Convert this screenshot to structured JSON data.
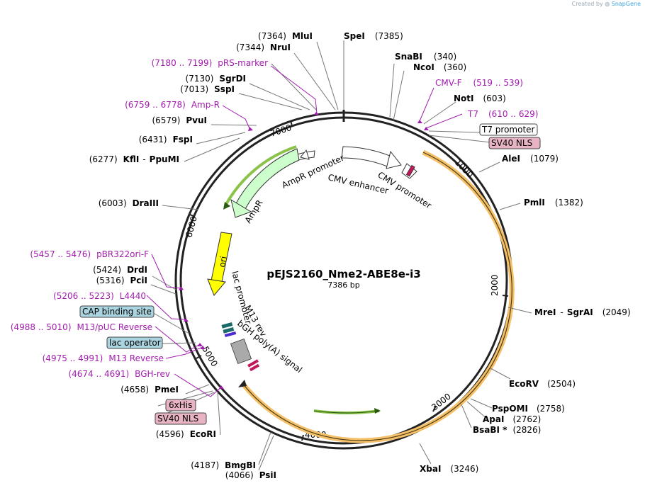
{
  "credit": {
    "prefix": "Created by",
    "brand": "SnapGene"
  },
  "title": "pEJS2160_Nme2-ABE8e-i3",
  "length_label": "7386 bp",
  "ticks": [
    "1000",
    "2000",
    "3000",
    "4000",
    "5000",
    "6000",
    "7000"
  ],
  "enzymes": [
    {
      "num": "(7364)",
      "name": "MluI"
    },
    {
      "num": "(7344)",
      "name": "NruI"
    },
    {
      "num": "(7130)",
      "name": "SgrDI"
    },
    {
      "num": "(7013)",
      "name": "SspI"
    },
    {
      "num": "(6579)",
      "name": "PvuI"
    },
    {
      "num": "(6431)",
      "name": "FspI"
    },
    {
      "num": "(6277)",
      "name": "KflI",
      "name2": "PpuMI"
    },
    {
      "num": "(6003)",
      "name": "DraIII"
    },
    {
      "num": "(5424)",
      "name": "DrdI"
    },
    {
      "num": "(5316)",
      "name": "PciI"
    },
    {
      "num": "(4658)",
      "name": "PmeI"
    },
    {
      "num": "(4596)",
      "name": "EcoRI"
    },
    {
      "num": "(4187)",
      "name": "BmgBI"
    },
    {
      "num": "(4066)",
      "name": "PsiI"
    },
    {
      "name": "SpeI",
      "num": "(7385)"
    },
    {
      "name": "SnaBI",
      "num": "(340)"
    },
    {
      "name": "NcoI",
      "num": "(360)"
    },
    {
      "name": "NotI",
      "num": "(603)"
    },
    {
      "name": "AleI",
      "num": "(1079)"
    },
    {
      "name": "PmlI",
      "num": "(1382)"
    },
    {
      "name": "MreI",
      "name2": "SgrAI",
      "num": "(2049)"
    },
    {
      "name": "EcoRV",
      "num": "(2504)"
    },
    {
      "name": "PspOMI",
      "num": "(2758)"
    },
    {
      "name": "ApaI",
      "num": "(2762)"
    },
    {
      "name": "BsaBI *",
      "num": "(2826)"
    },
    {
      "name": "XbaI",
      "num": "(3246)"
    }
  ],
  "primers": [
    {
      "range": "(7180 .. 7199)",
      "name": "pRS-marker"
    },
    {
      "range": "(6759 .. 6778)",
      "name": "Amp-R"
    },
    {
      "range": "(5457 .. 5476)",
      "name": "pBR322ori-F"
    },
    {
      "range": "(5206 .. 5223)",
      "name": "L4440"
    },
    {
      "range": "(4988 .. 5010)",
      "name": "M13/pUC Reverse"
    },
    {
      "range": "(4975 .. 4991)",
      "name": "M13 Reverse"
    },
    {
      "range": "(4674 .. 4691)",
      "name": "BGH-rev"
    },
    {
      "name": "CMV-F",
      "range": "(519 .. 539)"
    },
    {
      "name": "T7",
      "range": "(610 .. 629)"
    }
  ],
  "boxed": [
    {
      "label": "T7 promoter",
      "fill": "#ffffff"
    },
    {
      "label": "SV40 NLS",
      "fill": "#e8b4c4"
    },
    {
      "label": "CAP binding site",
      "fill": "#a9d4e0"
    },
    {
      "label": "lac operator",
      "fill": "#a9d4e0"
    },
    {
      "label": "6xHis",
      "fill": "#e8b4c4"
    },
    {
      "label": "SV40 NLS",
      "fill": "#e8b4c4"
    }
  ],
  "inner_labels": [
    "AmpR promoter",
    "AmpR",
    "CMV enhancer",
    "CMV promoter",
    "ori",
    "lac promoter",
    "M13 rev",
    "bGH poly(A) signal"
  ],
  "colors": {
    "primer": "#a21caf",
    "orf": "#f5c06a",
    "amp": "#ccffcc",
    "ori": "#ffff00",
    "box_blue": "#a9d4e0",
    "box_pink": "#e8b4c4"
  }
}
